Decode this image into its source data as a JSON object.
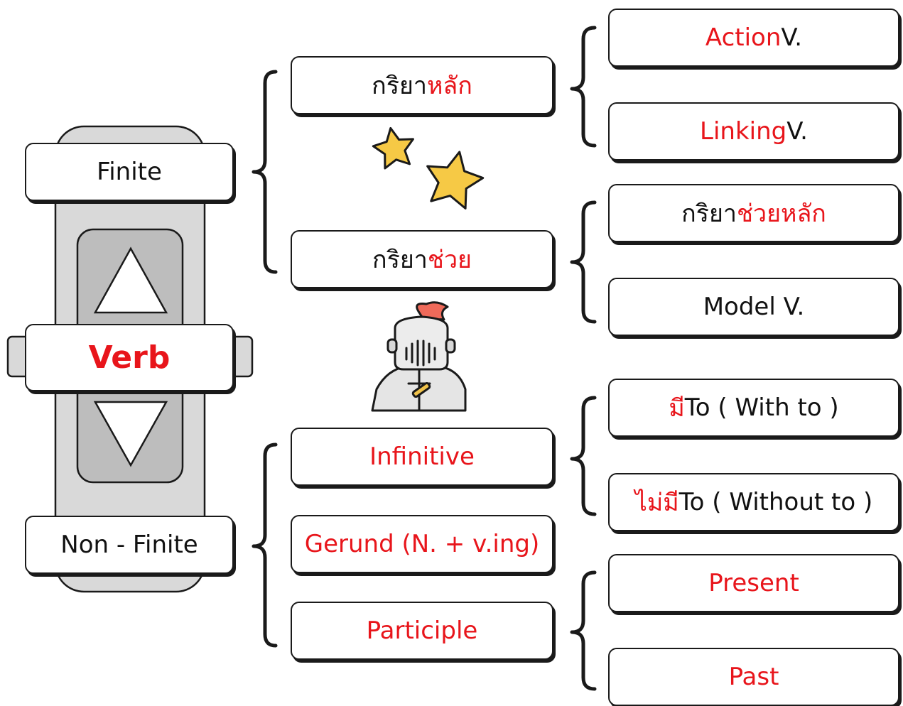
{
  "colors": {
    "accent": "#e8151b",
    "text": "#111111",
    "gadget_outer": "#d9d9d9",
    "gadget_inner": "#bdbdbd",
    "star": "#f6c945"
  },
  "icons": [
    "up-triangle-icon",
    "down-triangle-icon",
    "star-icon",
    "knight-icon"
  ],
  "root": {
    "label": "Verb"
  },
  "level1": {
    "finite": "Finite",
    "non_finite": "Non - Finite"
  },
  "finite": {
    "main_verb": {
      "black": "กริยา",
      "red": "หลัก"
    },
    "aux_verb": {
      "black": "กริยา",
      "red": "ช่วย"
    },
    "main_children": {
      "action": {
        "red": "Action",
        "black": " V."
      },
      "linking": {
        "red": "Linking",
        "black": " V."
      }
    },
    "aux_children": {
      "aux_main": {
        "black": "กริยา",
        "red": "ช่วยหลัก"
      },
      "model": {
        "black": "Model V."
      }
    }
  },
  "non_finite": {
    "infinitive": "Infinitive",
    "gerund": "Gerund (N. + v.ing)",
    "participle": "Participle",
    "infinitive_children": {
      "with_to": {
        "red": "มี",
        "black": " To ( With to )"
      },
      "without_to": {
        "red": "ไม่มี",
        "black": " To ( Without to )"
      }
    },
    "participle_children": {
      "present": "Present",
      "past": "Past"
    }
  }
}
